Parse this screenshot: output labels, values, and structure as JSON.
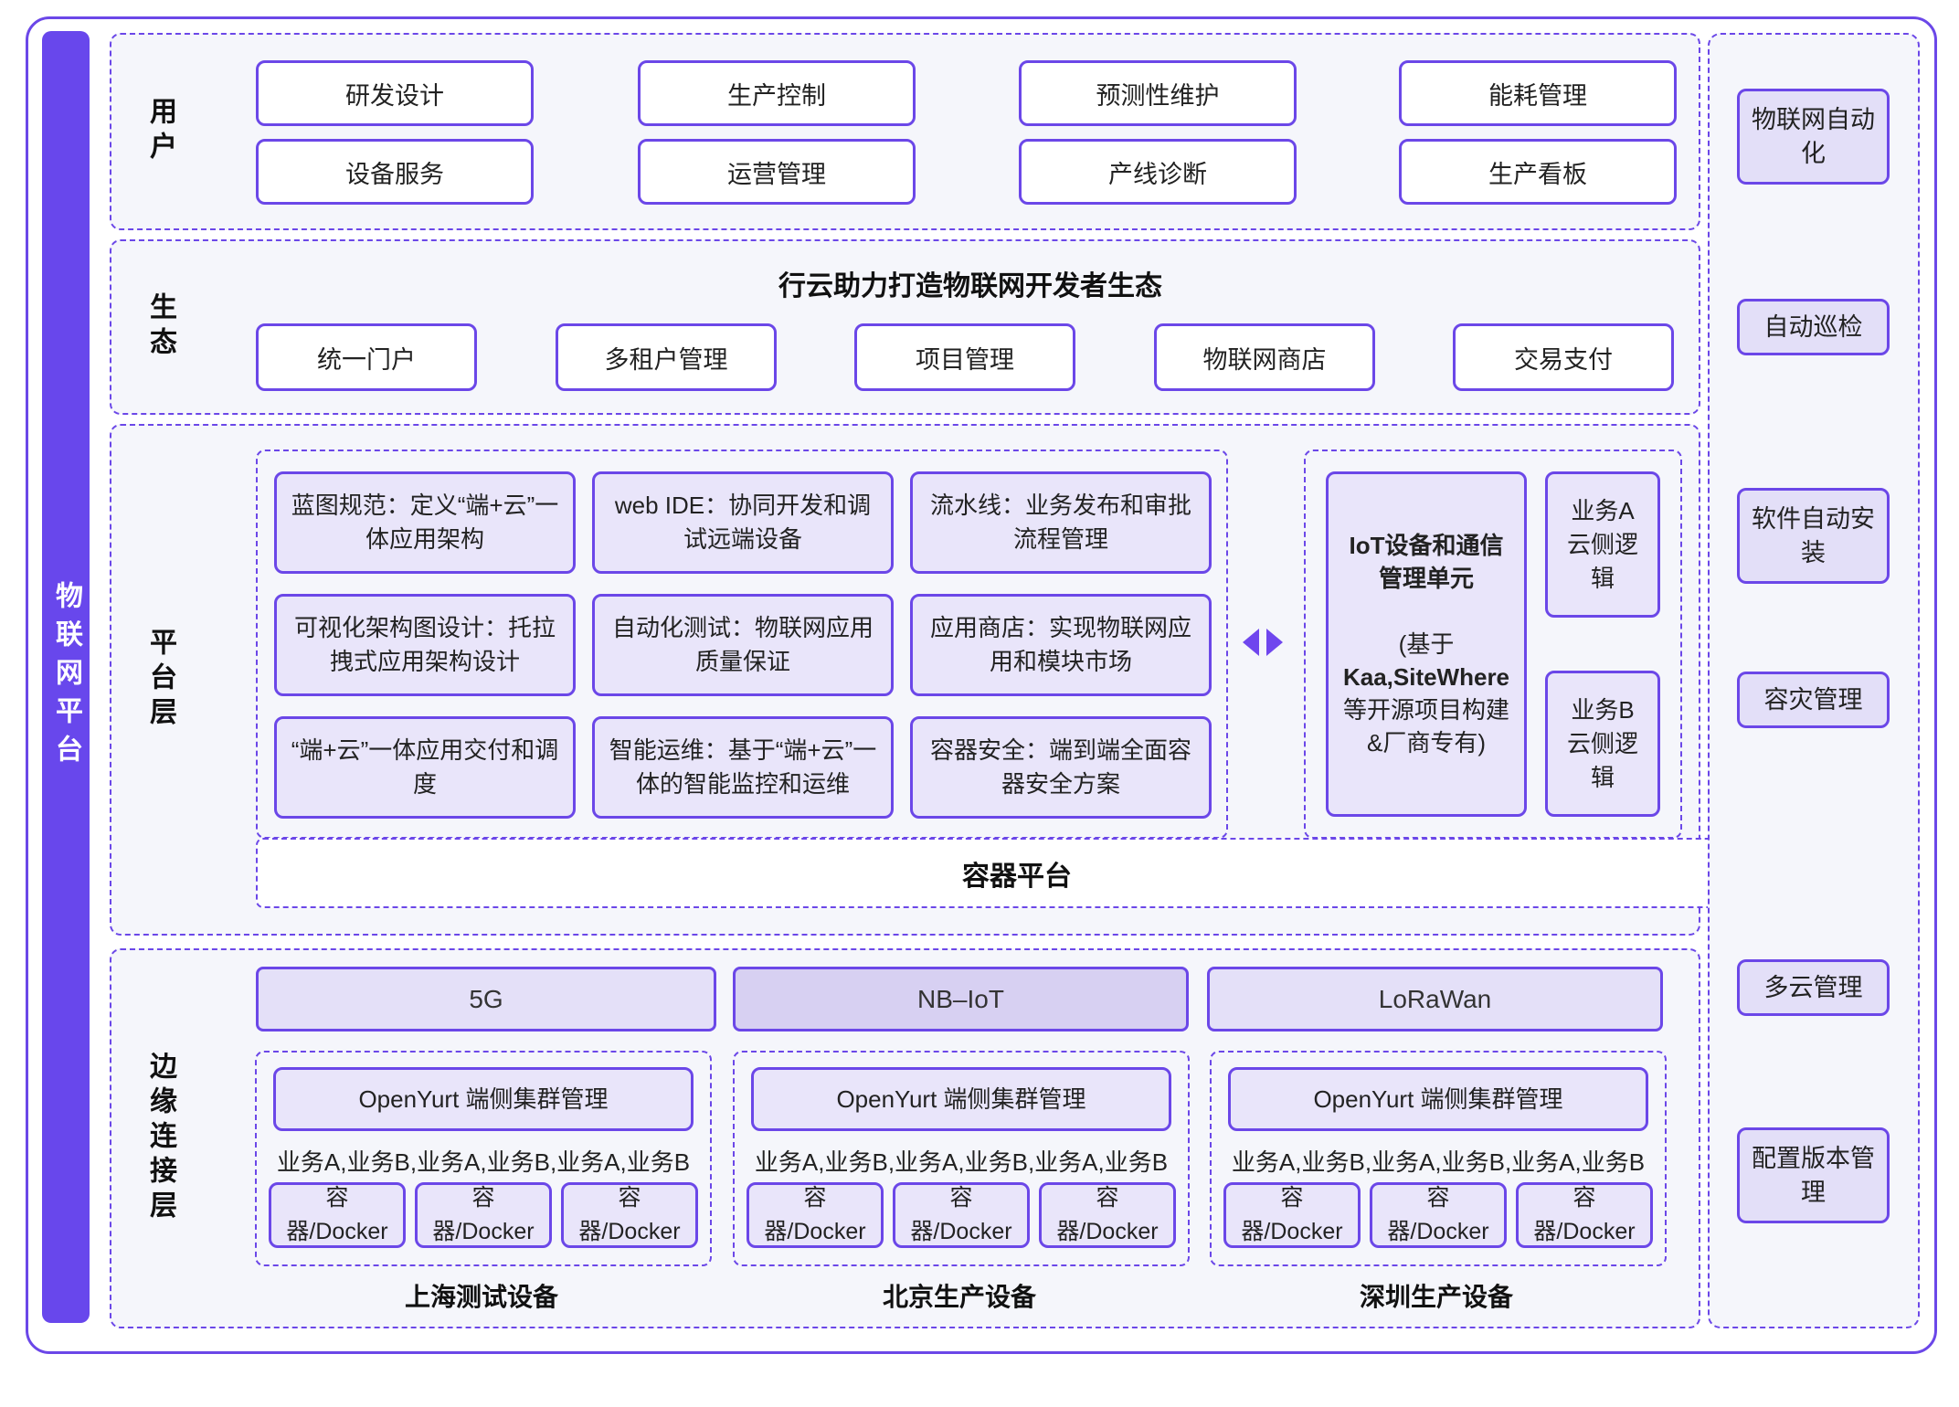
{
  "sidebar": {
    "label": "物联网平台"
  },
  "user_section": {
    "label": "用户",
    "rows": [
      [
        "研发设计",
        "生产控制",
        "预测性维护",
        "能耗管理"
      ],
      [
        "设备服务",
        "运营管理",
        "产线诊断",
        "生产看板"
      ]
    ]
  },
  "eco_section": {
    "label": "生态",
    "title": "行云助力打造物联网开发者生态",
    "items": [
      "统一门户",
      "多租户管理",
      "项目管理",
      "物联网商店",
      "交易支付"
    ]
  },
  "platform_section": {
    "label": "平台层",
    "cells": [
      "蓝图规范：定义“端+云”一体应用架构",
      "web IDE：协同开发和调试远端设备",
      "流水线：业务发布和审批流程管理",
      "可视化架构图设计：托拉拽式应用架构设计",
      "自动化测试：物联网应用质量保证",
      "应用商店：实现物联网应用和模块市场",
      "“端+云”一体应用交付和调度",
      "智能运维：基于“端+云”一体的智能监控和运维",
      "容器安全：端到端全面容器安全方案"
    ],
    "iot_unit": {
      "title": "IoT设备和通信管理单元",
      "sub_prefix": "(基于",
      "sub_bold": "Kaa,SiteWhere",
      "sub_mid": "等开源项目构建",
      "sub_suffix": "&厂商专有)"
    },
    "side_box_a": "业务A 云侧逻辑",
    "side_box_b": "业务B 云侧逻辑",
    "container_platform": "容器平台"
  },
  "edge_section": {
    "label": "边缘连接层",
    "networks": [
      "5G",
      "NB–IoT",
      "LoRaWan"
    ],
    "groups": [
      {
        "cluster": "OpenYurt 端侧集群管理",
        "services": "业务A,业务B,业务A,业务B,业务A,业务B",
        "containers": [
          "容器/Docker",
          "容器/Docker",
          "容器/Docker"
        ],
        "caption": "上海测试设备"
      },
      {
        "cluster": "OpenYurt 端侧集群管理",
        "services": "业务A,业务B,业务A,业务B,业务A,业务B",
        "containers": [
          "容器/Docker",
          "容器/Docker",
          "容器/Docker"
        ],
        "caption": "北京生产设备"
      },
      {
        "cluster": "OpenYurt 端侧集群管理",
        "services": "业务A,业务B,业务A,业务B,业务A,业务B",
        "containers": [
          "容器/Docker",
          "容器/Docker",
          "容器/Docker"
        ],
        "caption": "深圳生产设备"
      }
    ]
  },
  "right_rail": {
    "items": [
      "物联网自动化",
      "自动巡检",
      "软件自动安装",
      "容灾管理",
      "多云管理",
      "配置版本管理"
    ]
  },
  "colors": {
    "accent": "#6B47E8",
    "sidebar_fill": "#6847EC",
    "cell_fill": "#E9E5FA",
    "nb_iot_fill": "#D7D0F2"
  }
}
